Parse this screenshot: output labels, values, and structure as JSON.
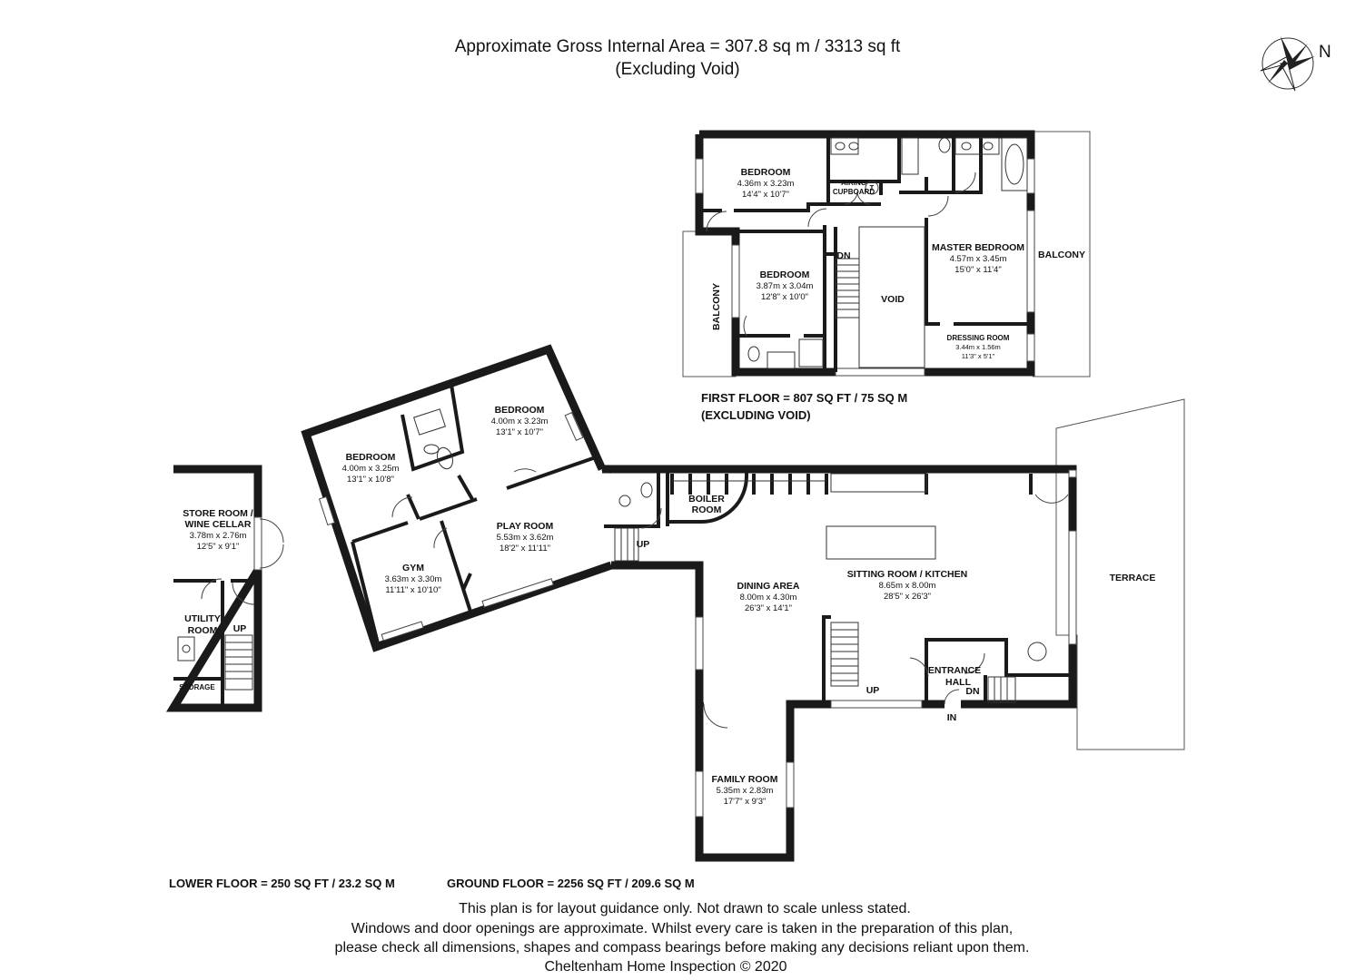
{
  "title": {
    "line1": "Approximate Gross Internal Area = 307.8 sq m / 3313 sq ft",
    "line2": "(Excluding Void)"
  },
  "compass": {
    "label": "N",
    "icon": "compass-rose-icon"
  },
  "first_floor": {
    "area_line1": "FIRST FLOOR = 807 SQ FT / 75 SQ M",
    "area_line2": "(EXCLUDING VOID)",
    "rooms": {
      "bedroom1": {
        "name": "BEDROOM",
        "metric": "4.36m x 3.23m",
        "imperial": "14'4\" x 10'7\""
      },
      "bedroom2": {
        "name": "BEDROOM",
        "metric": "3.87m x 3.04m",
        "imperial": "12'8\" x 10'0\""
      },
      "master": {
        "name": "MASTER BEDROOM",
        "metric": "4.57m x 3.45m",
        "imperial": "15'0\" x 11'4\""
      },
      "dressing": {
        "name": "DRESSING ROOM",
        "metric": "3.44m x 1.56m",
        "imperial": "11'3\" x 5'1\""
      },
      "airing": {
        "name1": "AIRING",
        "name2": "CUPBOARD"
      },
      "void": "VOID",
      "dn": "DN",
      "balcony_left": "BALCONY",
      "balcony_right": "BALCONY",
      "tank": "T"
    }
  },
  "lower_floor": {
    "area_line": "LOWER FLOOR = 250 SQ FT / 23.2 SQ M",
    "rooms": {
      "store": {
        "name1": "STORE ROOM /",
        "name2": "WINE CELLAR",
        "metric": "3.78m x 2.76m",
        "imperial": "12'5\" x 9'1\""
      },
      "utility": {
        "name1": "UTILITY",
        "name2": "ROOM"
      },
      "storage": "STORAGE",
      "up": "UP"
    }
  },
  "ground_floor": {
    "area_line": "GROUND FLOOR = 2256 SQ FT / 209.6 SQ M",
    "rooms": {
      "bedroom_a": {
        "name": "BEDROOM",
        "metric": "4.00m x 3.25m",
        "imperial": "13'1\" x 10'8\""
      },
      "bedroom_b": {
        "name": "BEDROOM",
        "metric": "4.00m x 3.23m",
        "imperial": "13'1\" x 10'7\""
      },
      "gym": {
        "name": "GYM",
        "metric": "3.63m x 3.30m",
        "imperial": "11'11\" x 10'10\""
      },
      "play": {
        "name": "PLAY ROOM",
        "metric": "5.53m x 3.62m",
        "imperial": "18'2\" x 11'11\""
      },
      "boiler": {
        "name1": "BOILER",
        "name2": "ROOM"
      },
      "dining": {
        "name": "DINING AREA",
        "metric": "8.00m x 4.30m",
        "imperial": "26'3\" x 14'1\""
      },
      "sitting": {
        "name": "SITTING ROOM / KITCHEN",
        "metric": "8.65m x 8.00m",
        "imperial": "28'5\" x 26'3\""
      },
      "family": {
        "name": "FAMILY ROOM",
        "metric": "5.35m x 2.83m",
        "imperial": "17'7\" x 9'3\""
      },
      "entrance": {
        "name1": "ENTRANCE",
        "name2": "HALL"
      },
      "terrace": "TERRACE",
      "up_play": "UP",
      "up_hall": "UP",
      "dn_hall": "DN",
      "in": "IN"
    }
  },
  "disclaimer": {
    "line1": "This plan is for layout guidance only. Not drawn to scale unless stated.",
    "line2": "Windows and door openings are approximate. Whilst every care is taken in the preparation of this plan,",
    "line3": "please check all dimensions, shapes and compass bearings before making any decisions reliant upon them.",
    "line4": "Cheltenham Home Inspection © 2020"
  }
}
